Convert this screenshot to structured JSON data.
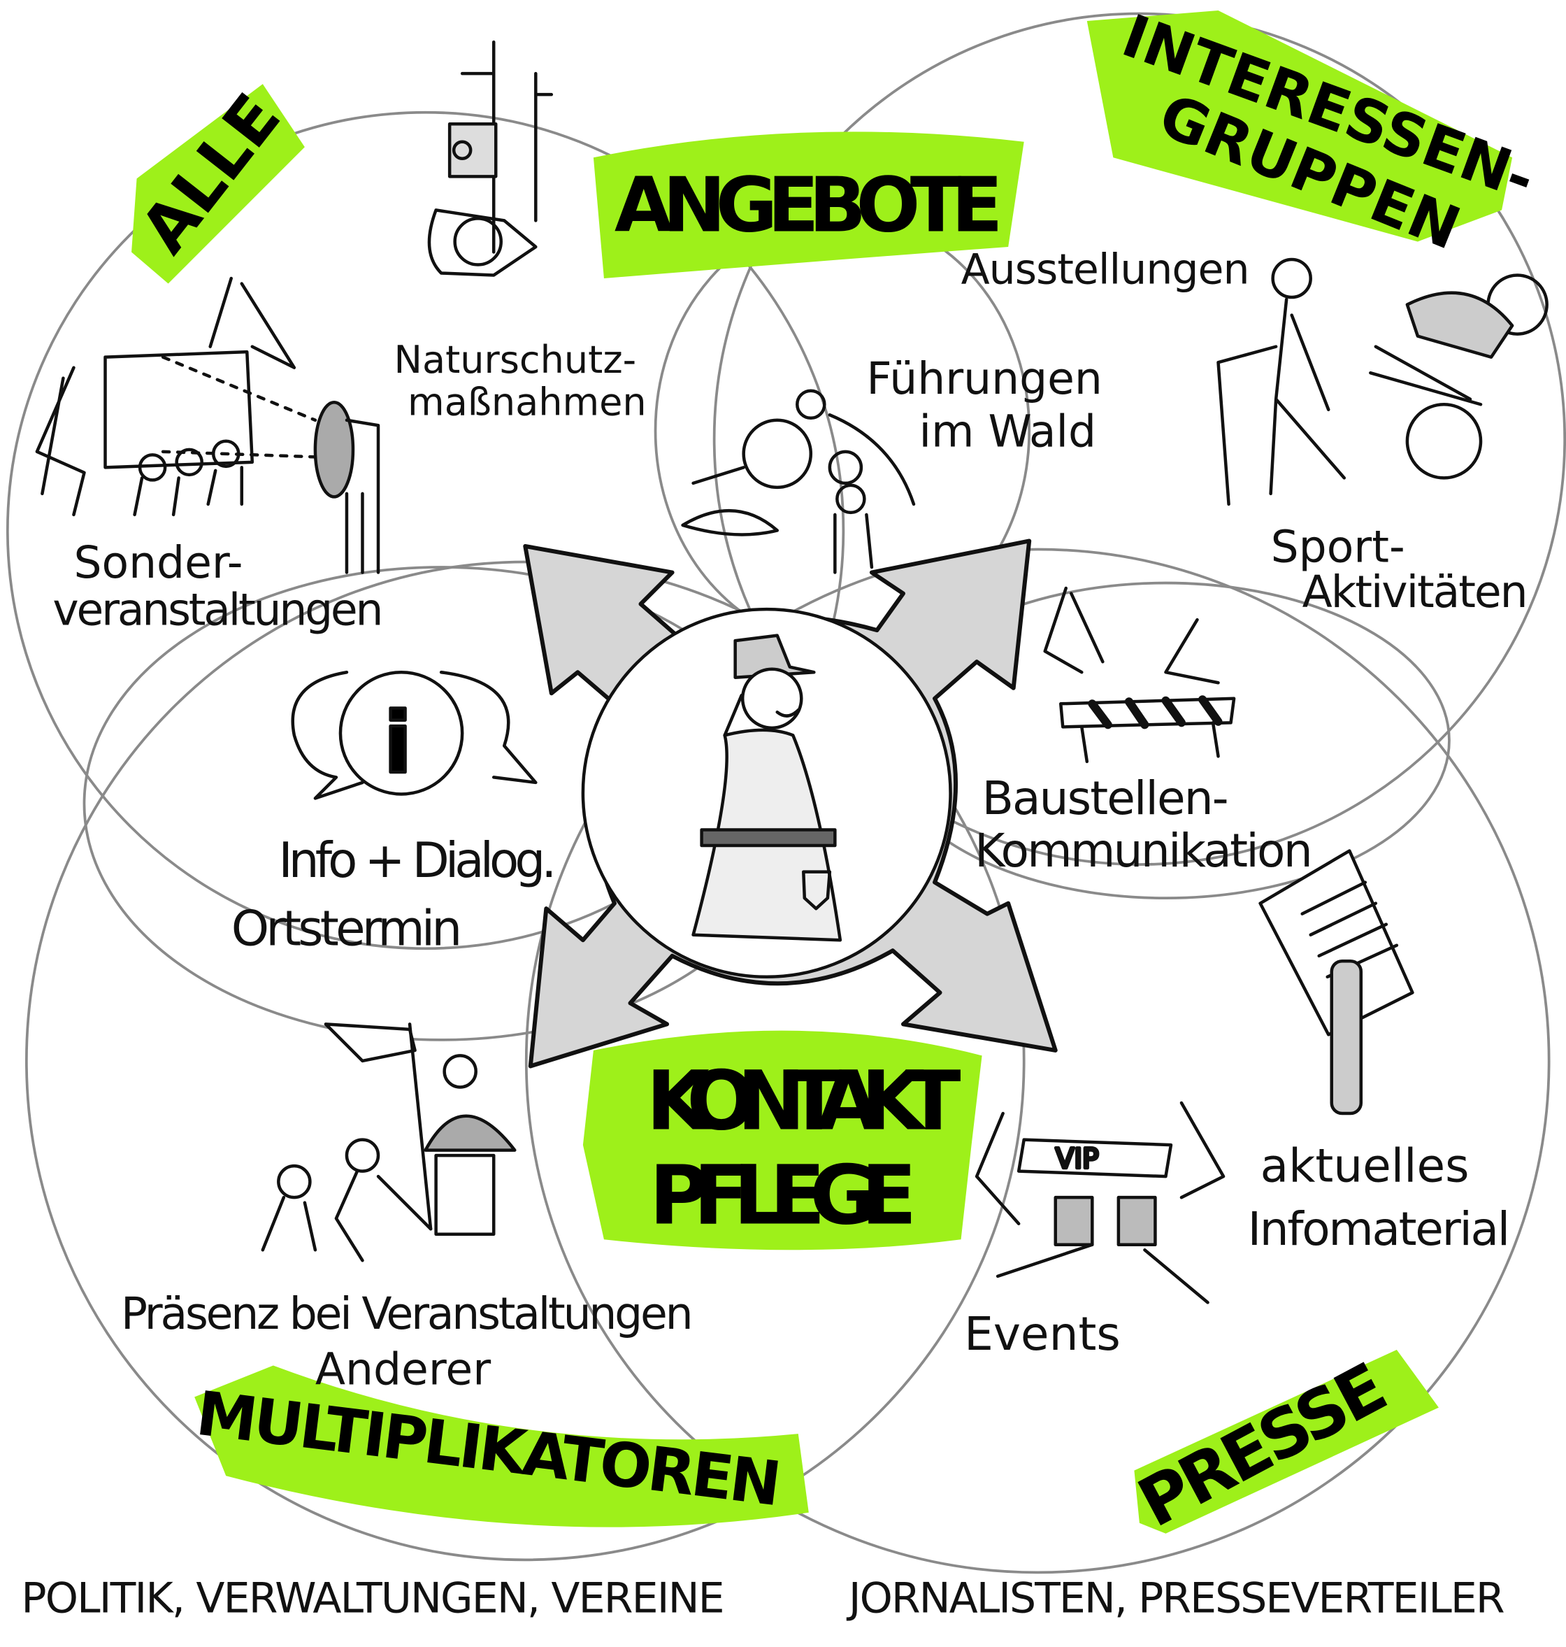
{
  "colors": {
    "highlight": "#9ef01a",
    "ink": "#111111",
    "circle": "#8a8a8a",
    "center": "#d6d6d6"
  },
  "groups": {
    "alle": "ALLE",
    "angebote": "ANGEBOTE",
    "interessen_1": "INTERESSEN-",
    "interessen_2": "GRUPPEN",
    "kontakt_1": "KONTAKT",
    "kontakt_2": "PFLEGE",
    "multiplikatoren": "MULTIPLIKATOREN",
    "presse": "PRESSE"
  },
  "items": {
    "naturschutz_1": "Naturschutz-",
    "naturschutz_2": "maßnahmen",
    "sonder_1": "Sonder-",
    "sonder_2": "veranstaltungen",
    "ausstellungen": "Ausstellungen",
    "fuehrungen_1": "Führungen",
    "fuehrungen_2": "im Wald",
    "sport_1": "Sport-",
    "sport_2": "Aktivitäten",
    "info_1": "Info + Dialog.",
    "info_2": "Ortstermin",
    "baustellen_1": "Baustellen-",
    "baustellen_2": "Kommunikation",
    "praesenz_1": "Präsenz bei Veranstaltungen",
    "praesenz_2": "Anderer",
    "events": "Events",
    "vip": "VIP",
    "infomaterial_1": "aktuelles",
    "infomaterial_2": "Infomaterial",
    "info_glyph": "i"
  },
  "footer": {
    "multiplikatoren_sub": "POLITIK, VERWALTUNGEN, VEREINE",
    "presse_sub": "JORNALISTEN, PRESSEVERTEILER"
  }
}
